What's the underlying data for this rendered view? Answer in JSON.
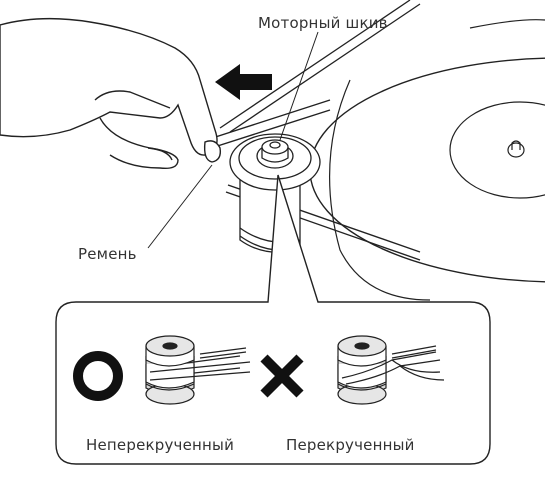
{
  "labels": {
    "motor_pulley": "Моторный шкив",
    "belt": "Ремень",
    "untwisted": "Неперекрученный",
    "twisted": "Перекрученный"
  },
  "symbols": {
    "correct": "circle-correct-icon",
    "incorrect": "cross-incorrect-icon"
  },
  "colors": {
    "line": "#222222",
    "fill_light": "#e6e6e6",
    "fill_mid": "#bfbfbf",
    "symbol": "#111111"
  }
}
